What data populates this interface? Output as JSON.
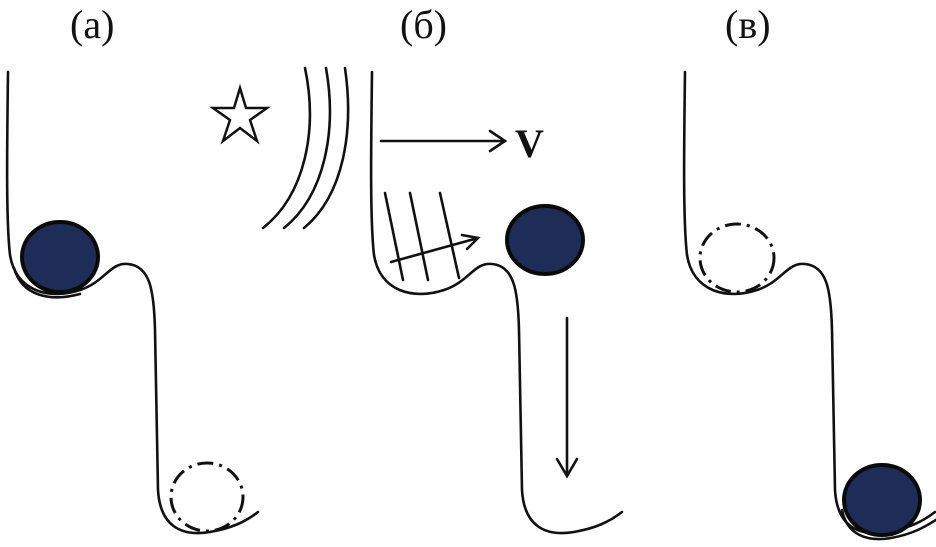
{
  "panels": [
    {
      "label": "(а)"
    },
    {
      "label": "(б)"
    },
    {
      "label": "(в)"
    }
  ],
  "velocity_label": "V",
  "colors": {
    "ball": "#1e2d57",
    "line": "#111111"
  }
}
